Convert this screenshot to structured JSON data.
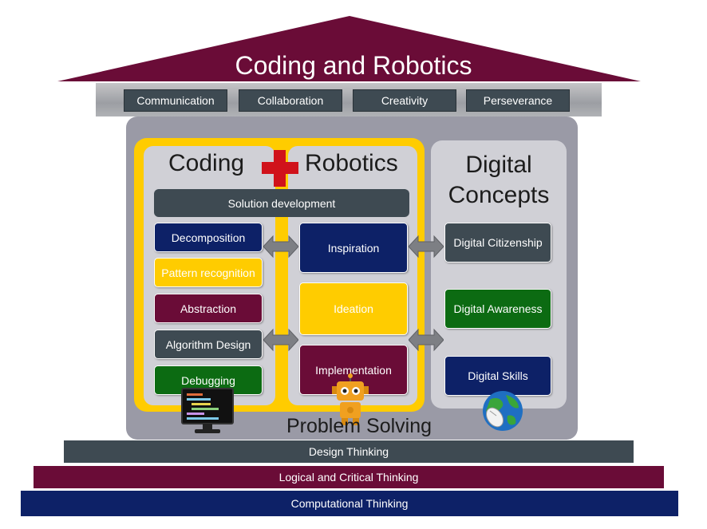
{
  "title": "Coding and Robotics",
  "skills": [
    "Communication",
    "Collaboration",
    "Creativity",
    "Perseverance"
  ],
  "panels": {
    "coding": "Coding",
    "robotics": "Robotics",
    "digital": "Digital Concepts"
  },
  "solution": "Solution development",
  "coding_steps": [
    "Decomposition",
    "Pattern recognition",
    "Abstraction",
    "Algorithm Design",
    "Debugging"
  ],
  "robotics_steps": [
    "Inspiration",
    "Ideation",
    "Implementation"
  ],
  "digital_items": [
    "Digital Citizenship",
    "Digital Awareness",
    "Digital Skills"
  ],
  "problem_solving": "Problem Solving",
  "foundation": [
    "Design Thinking",
    "Logical and Critical Thinking",
    "Computational Thinking"
  ],
  "colors": {
    "maroon": "#6a0c37",
    "navy": "#0d2167",
    "slate": "#3e4a52",
    "green": "#0c6b12",
    "yellow": "#ffcc00",
    "red_cross": "#d0121b"
  },
  "icons": [
    "plus-icon",
    "computer-monitor-icon",
    "robot-icon",
    "globe-mouse-icon",
    "double-arrow-icon"
  ]
}
